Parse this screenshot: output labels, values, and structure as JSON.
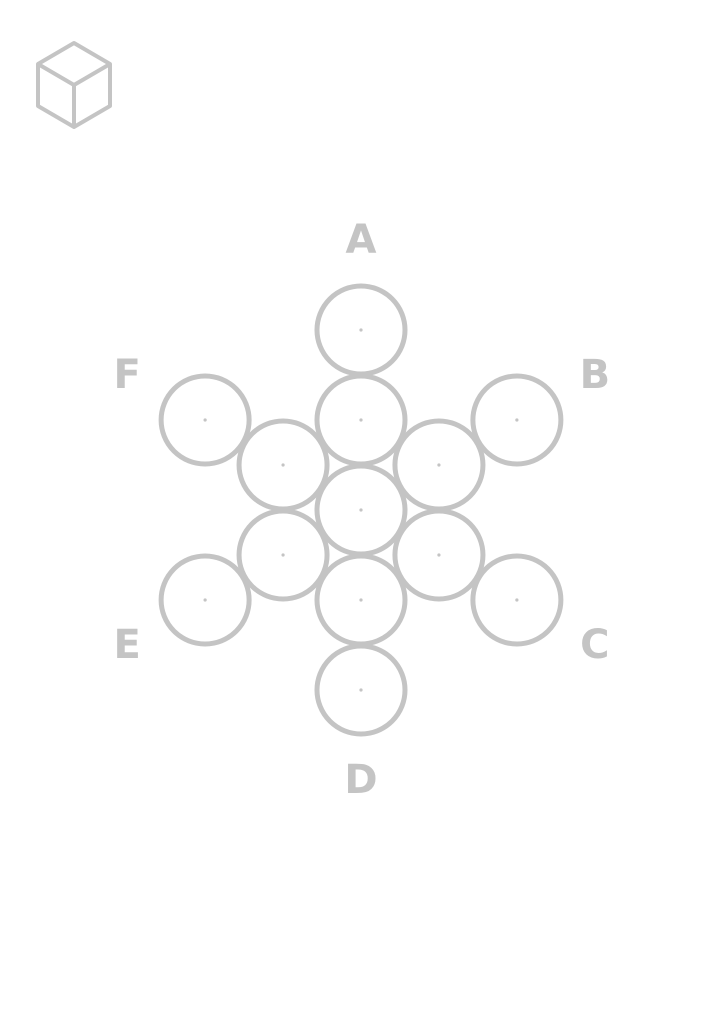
{
  "colors": {
    "stroke": "#c4c4c4",
    "label": "#c4c4c4",
    "background": "#ffffff"
  },
  "logo": {
    "icon": "cube-outline-icon"
  },
  "labels": [
    "A",
    "B",
    "C",
    "D",
    "E",
    "F"
  ],
  "rings": {
    "inner_count": 6,
    "outer_count": 6,
    "center_count": 1
  }
}
